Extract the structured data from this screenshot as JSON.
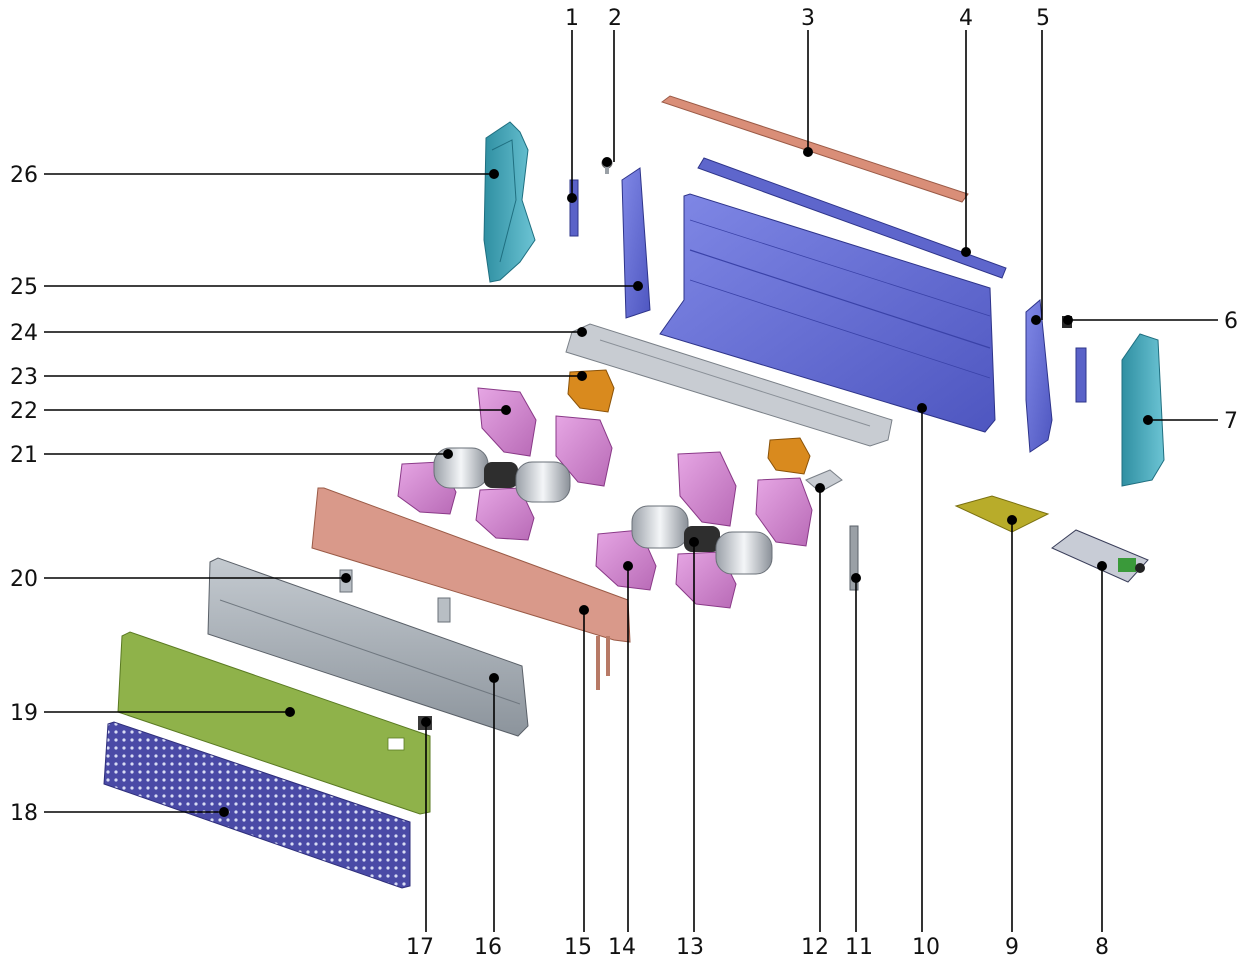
{
  "figure": {
    "type": "exploded-parts-diagram",
    "callouts": [
      {
        "n": "1"
      },
      {
        "n": "2"
      },
      {
        "n": "3"
      },
      {
        "n": "4"
      },
      {
        "n": "5"
      },
      {
        "n": "6"
      },
      {
        "n": "7"
      },
      {
        "n": "8"
      },
      {
        "n": "9"
      },
      {
        "n": "10"
      },
      {
        "n": "11"
      },
      {
        "n": "12"
      },
      {
        "n": "13"
      },
      {
        "n": "14"
      },
      {
        "n": "15"
      },
      {
        "n": "16"
      },
      {
        "n": "17"
      },
      {
        "n": "18"
      },
      {
        "n": "19"
      },
      {
        "n": "20"
      },
      {
        "n": "21"
      },
      {
        "n": "22"
      },
      {
        "n": "23"
      },
      {
        "n": "24"
      },
      {
        "n": "25"
      },
      {
        "n": "26"
      }
    ],
    "colors": {
      "copper": "#d98e78",
      "blue_metal": "#6a72d6",
      "teal_cover": "#3fa6b8",
      "pink_housing": "#d98ad6",
      "orange_bracket": "#d98a1e",
      "grey_frame": "#a8b0b8",
      "green_panel": "#8fb24a",
      "filter_purple": "#5a5ab8",
      "yellow_box": "#b8ac2a"
    }
  }
}
